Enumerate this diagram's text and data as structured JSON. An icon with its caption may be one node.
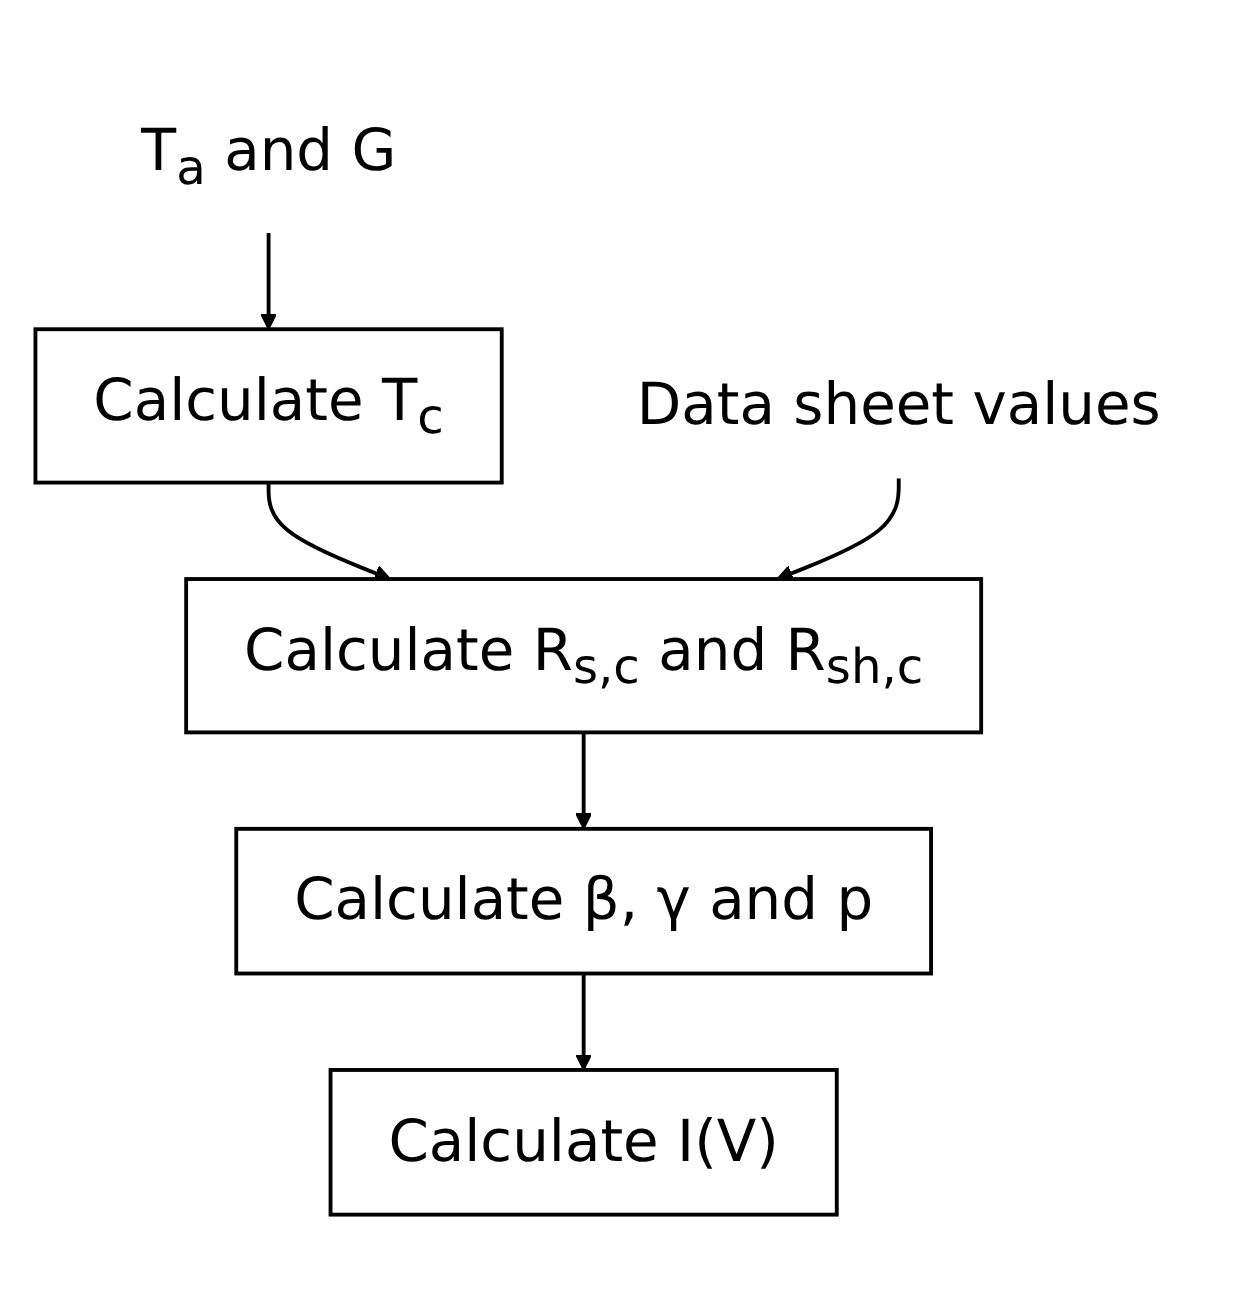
{
  "diagram": {
    "nodes": [
      {
        "text": [
          "T$_{a}$ and G"
        ]
      },
      {
        "text": [
          "Data sheet values"
        ]
      },
      {
        "text": [
          "Calculate T$_{c}$"
        ]
      },
      {
        "text": [
          "Calculate R$_{s,c}$ and R$_{sh,c}$"
        ]
      },
      {
        "text": [
          "Calculate β, γ and p"
        ]
      },
      {
        "text": [
          "Calculate I(V)"
        ]
      }
    ],
    "edges": [
      {
        "from": 0,
        "to": 2,
        "arrow": "to"
      },
      {
        "from": 2,
        "to": 3,
        "arrow": "to"
      },
      {
        "from": 1,
        "to": 3,
        "arrow": "to"
      },
      {
        "from": 3,
        "to": 4,
        "arrow": "to"
      },
      {
        "from": 4,
        "to": 5,
        "arrow": "to"
      }
    ]
  }
}
